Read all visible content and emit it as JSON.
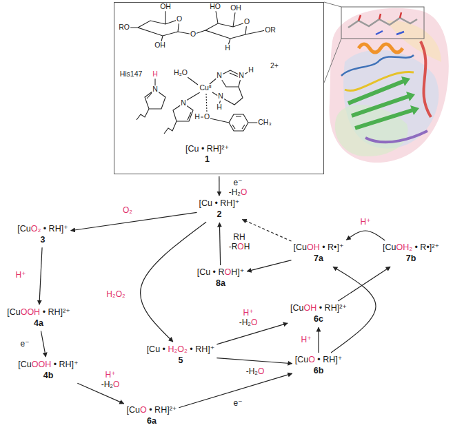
{
  "diagram": {
    "nodes": [
      {
        "text": [
          "[Cu • RH]²⁺",
          "1"
        ]
      },
      {
        "text": [
          "[Cu • RH]⁺",
          "2"
        ]
      },
      {
        "text": [
          "[CuO₂ • RH]⁺",
          "3"
        ]
      },
      {
        "text": [
          "[CuOOH • RH]²⁺",
          "4a"
        ]
      },
      {
        "text": [
          "[CuOOH • RH]⁺",
          "4b"
        ]
      },
      {
        "text": [
          "[Cu • H₂O₂ • RH]⁺",
          "5"
        ]
      },
      {
        "text": [
          "[CuO • RH]²⁺",
          "6a"
        ]
      },
      {
        "text": [
          "[CuO • RH]⁺",
          "6b"
        ]
      },
      {
        "text": [
          "[CuOH • RH]²⁺",
          "6c"
        ]
      },
      {
        "text": [
          "[CuOH • R•]⁺",
          "7a"
        ]
      },
      {
        "text": [
          "[CuOH₂ • R•]²⁺",
          "7b"
        ]
      },
      {
        "text": [
          "[Cu • ROH]⁺",
          "8a"
        ]
      }
    ],
    "edges": [
      {
        "from": 0,
        "to": 1,
        "arrow": "to",
        "label": "e⁻ -H₂O"
      },
      {
        "from": 1,
        "to": 2,
        "arrow": "to",
        "label": "O₂"
      },
      {
        "from": 2,
        "to": 3,
        "arrow": "to",
        "label": "H⁺"
      },
      {
        "from": 3,
        "to": 4,
        "arrow": "to",
        "label": "e⁻"
      },
      {
        "from": 4,
        "to": 6,
        "arrow": "to",
        "label": "H⁺ -H₂O"
      },
      {
        "from": 6,
        "to": 7,
        "arrow": "to",
        "label": "e⁻"
      },
      {
        "from": 1,
        "to": 5,
        "arrow": "to",
        "label": "H₂O₂"
      },
      {
        "from": 5,
        "to": 8,
        "arrow": "to",
        "label": "H⁺ -H₂O"
      },
      {
        "from": 5,
        "to": 7,
        "arrow": "to",
        "label": "-H₂O"
      },
      {
        "from": 7,
        "to": 8,
        "arrow": "to",
        "label": "H⁺"
      },
      {
        "from": 7,
        "to": 9,
        "arrow": "to"
      },
      {
        "from": 8,
        "to": 10,
        "arrow": "to"
      },
      {
        "from": 10,
        "to": 9,
        "arrow": "to",
        "label": "H⁺"
      },
      {
        "from": 9,
        "to": 11,
        "arrow": "to"
      },
      {
        "from": 11,
        "to": 1,
        "arrow": "to",
        "label": "RH -ROH"
      },
      {
        "from": 9,
        "to": 1,
        "arrow": "to"
      }
    ],
    "labels": [
      "OH",
      "RO",
      "O",
      "OH",
      "O",
      "HO",
      "OH",
      "O",
      "OR",
      "H",
      "His147",
      "H",
      "N",
      "H₂O",
      "Cuᴵᴵ",
      "N",
      "H",
      "O",
      "CH₃",
      "N",
      "N",
      "H",
      "N",
      "H",
      "2+"
    ]
  }
}
